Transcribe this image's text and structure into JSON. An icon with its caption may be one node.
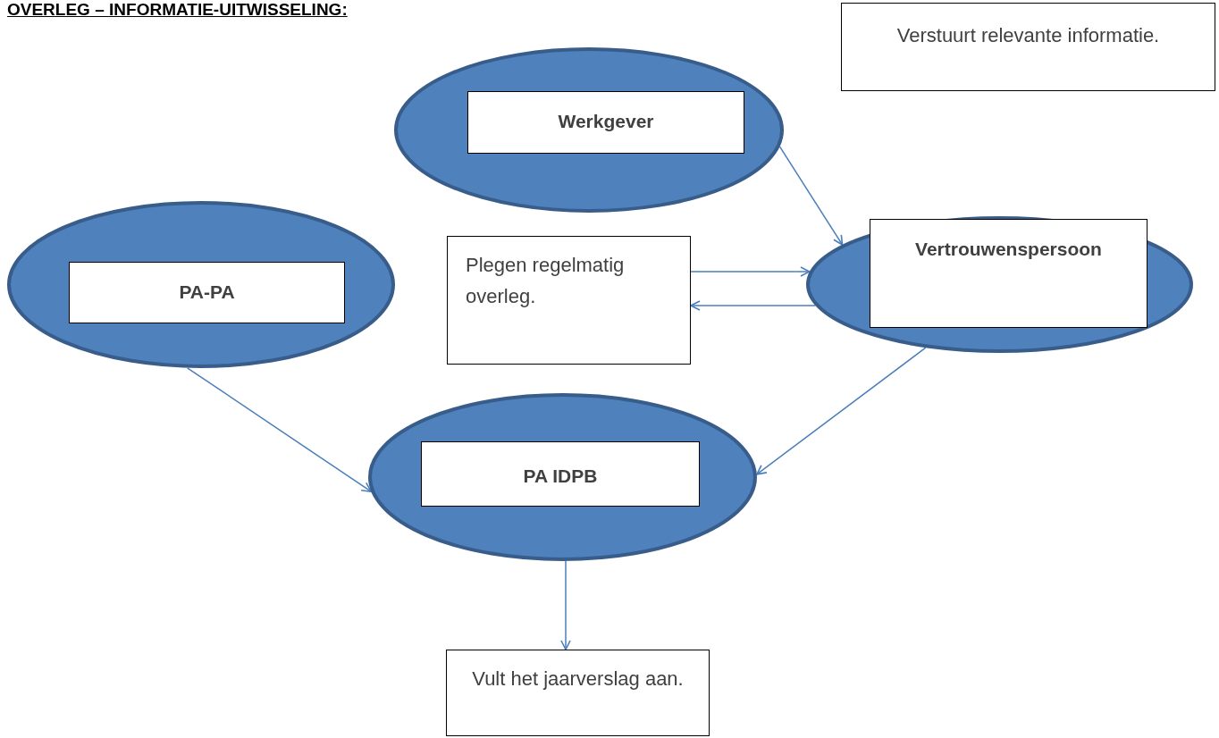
{
  "diagram": {
    "title": "OVERLEG – INFORMATIE-UITWISSELING:",
    "nodes": [
      {
        "text": [],
        "shape": "ellipse"
      },
      {
        "text": [
          "Werkgever"
        ],
        "in": 0
      },
      {
        "text": [
          "Verstuurt relevante informatie."
        ]
      },
      {
        "text": [],
        "shape": "ellipse"
      },
      {
        "text": [
          "PA-PA"
        ],
        "in": 3
      },
      {
        "text": [
          "Plegen regelmatig overleg."
        ]
      },
      {
        "text": [],
        "shape": "ellipse"
      },
      {
        "text": [
          "Vertrouwenspersoon"
        ],
        "in": 6
      },
      {
        "text": [],
        "shape": "ellipse"
      },
      {
        "text": [
          "PA IDPB"
        ],
        "in": 8
      },
      {
        "text": [
          "Vult het jaarverslag aan."
        ]
      }
    ],
    "edges": [
      {
        "from": 0,
        "to": 6,
        "arrow": "to"
      },
      {
        "from": 5,
        "to": 6,
        "arrow": "to"
      },
      {
        "from": 6,
        "to": 5,
        "arrow": "to"
      },
      {
        "from": 3,
        "to": 8,
        "arrow": "to"
      },
      {
        "from": 6,
        "to": 8,
        "arrow": "to"
      },
      {
        "from": 8,
        "to": 10,
        "arrow": "to"
      }
    ]
  }
}
